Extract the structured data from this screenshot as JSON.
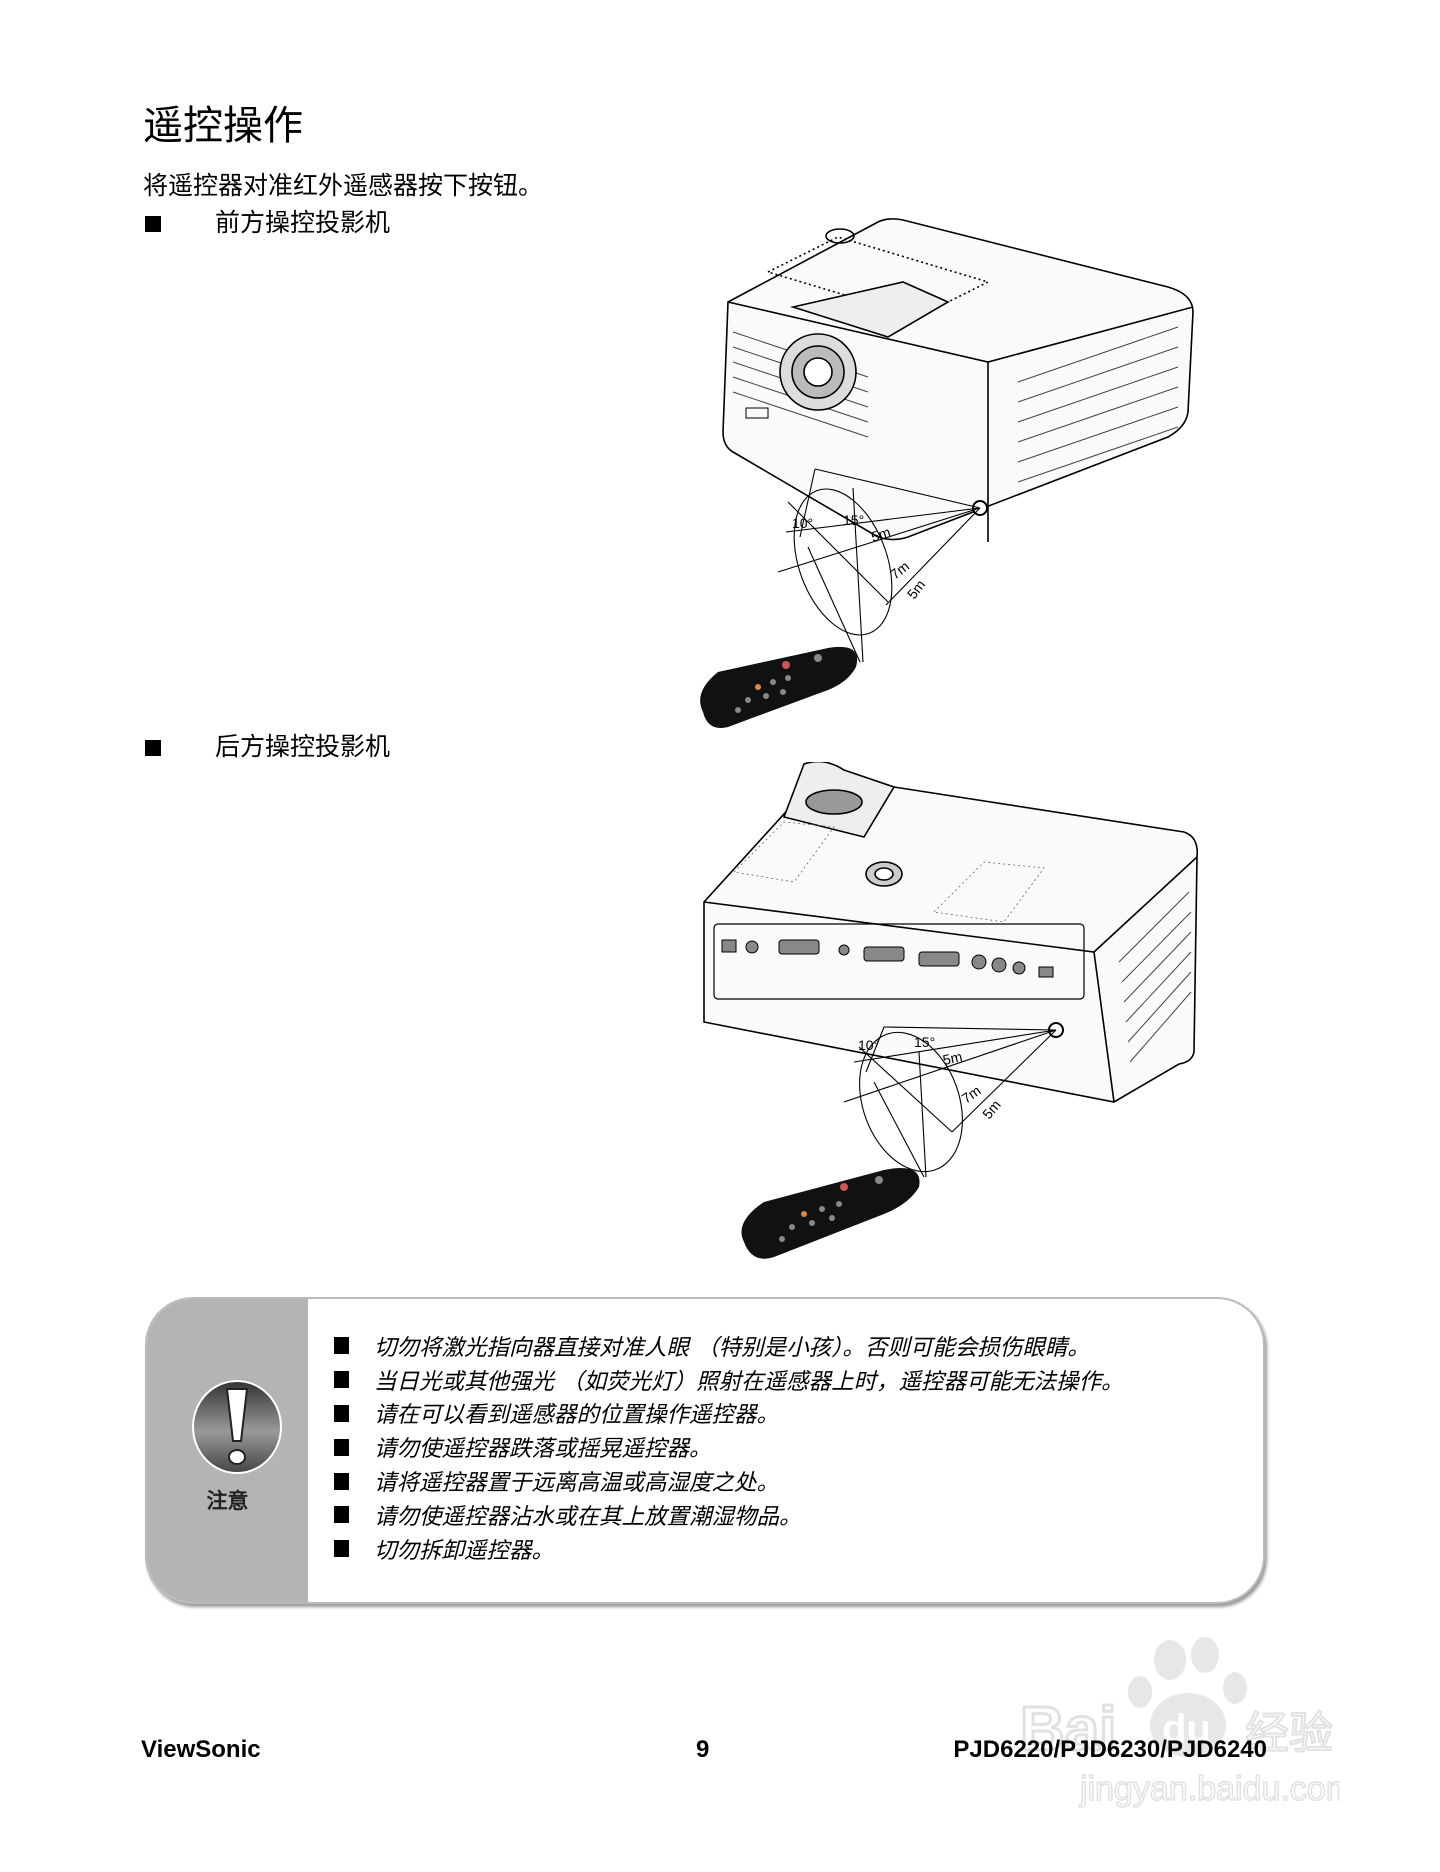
{
  "title": "遥控操作",
  "intro": "将遥控器对准红外遥感器按下按钮。",
  "sections": [
    {
      "label": "前方操控投影机",
      "angles": [
        "10°",
        "15°"
      ],
      "distances": [
        "5m",
        "7m",
        "5m"
      ]
    },
    {
      "label": "后方操控投影机",
      "angles": [
        "10°",
        "15°"
      ],
      "distances": [
        "5m",
        "7m",
        "5m"
      ]
    }
  ],
  "note": {
    "icon": "exclamation-icon",
    "label": "注意",
    "items": [
      "切勿将激光指向器直接对准人眼 （特别是小孩）。否则可能会损伤眼睛。",
      "当日光或其他强光 （如荧光灯）照射在遥感器上时，遥控器可能无法操作。",
      "请在可以看到遥感器的位置操作遥控器。",
      "请勿使遥控器跌落或摇晃遥控器。",
      "请将遥控器置于远离高温或高湿度之处。",
      "请勿使遥控器沾水或在其上放置潮湿物品。",
      "切勿拆卸遥控器。"
    ]
  },
  "footer": {
    "brand": "ViewSonic",
    "page": "9",
    "model": "PJD6220/PJD6230/PJD6240"
  },
  "watermark": "Baidu 经验 jingyan.baidu.com",
  "colors": {
    "note_side": "#b4b4b4",
    "note_border": "#bbbbbb"
  }
}
